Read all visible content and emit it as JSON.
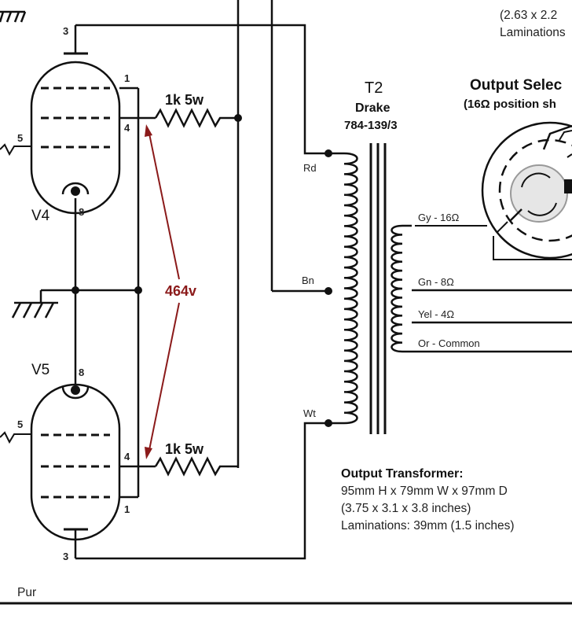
{
  "colors": {
    "line": "#111111",
    "accent": "#8b1a1a",
    "text": "#222222"
  },
  "top_fragment": {
    "line1": "(2.63 x 2.2",
    "line2": "Laminations"
  },
  "tubes": {
    "v4": {
      "name": "V4",
      "pins": {
        "p3": "3",
        "p1": "1",
        "p4": "4",
        "p5": "5",
        "p8": "8"
      }
    },
    "v5": {
      "name": "V5",
      "pins": {
        "p3": "3",
        "p1": "1",
        "p4": "4",
        "p5": "5",
        "p8": "8"
      }
    }
  },
  "resistors": {
    "r_upper": "1k 5w",
    "r_lower": "1k 5w"
  },
  "voltage_label": "464v",
  "transformer": {
    "name": "T2",
    "make": "Drake",
    "part": "784-139/3",
    "primary_taps": {
      "rd": "Rd",
      "bn": "Bn",
      "wt": "Wt"
    },
    "secondary_taps": {
      "gy": "Gy - 16Ω",
      "gn": "Gn - 8Ω",
      "yel": "Yel - 4Ω",
      "or": "Or - Common"
    }
  },
  "selector": {
    "title": "Output Selec",
    "subtitle": "(16Ω position sh"
  },
  "output_transformer": {
    "title": "Output Transformer:",
    "line1": "95mm H x 79mm W x 97mm D",
    "line2": "(3.75 x 3.1 x 3.8 inches)",
    "line3": "Laminations: 39mm (1.5 inches)"
  },
  "wire_label_pur": "Pur"
}
